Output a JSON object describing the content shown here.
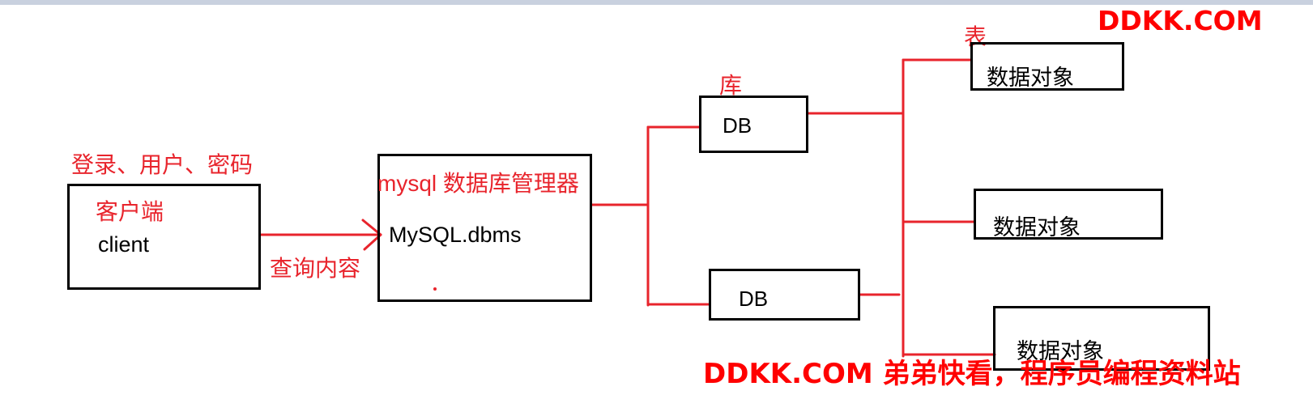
{
  "client": {
    "login_label": "登录、用户、密码",
    "title_cn": "客户端",
    "title_en": "client"
  },
  "query_label": "查询内容",
  "dbms": {
    "title_cn": "mysql 数据库管理器",
    "title_en": "MySQL.dbms"
  },
  "databases": {
    "group_label": "库",
    "items": [
      "DB",
      "DB"
    ]
  },
  "tables": {
    "group_label": "表",
    "items": [
      "数据对象",
      "数据对象",
      "数据对象"
    ]
  },
  "watermarks": {
    "top": "DDKK.COM",
    "bottom": "DDKK.COM 弟弟快看，程序员编程资料站"
  },
  "colors": {
    "annotation": "#e8242c",
    "box_border": "#000000",
    "watermark": "#ff0000"
  }
}
